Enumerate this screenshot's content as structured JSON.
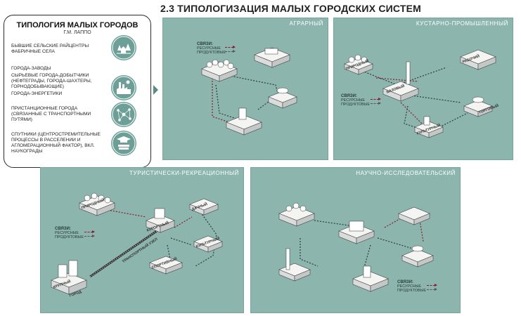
{
  "page": {
    "title": "2.3  ТИПОЛОГИЗАЦИЯ МАЛЫХ ГОРОДСКИХ СИСТЕМ"
  },
  "typology_card": {
    "title": "ТИПОЛОГИЯ МАЛЫХ ГОРОДОВ",
    "author": "Г.М. ЛАППО",
    "groups": [
      {
        "lines": [
          "БЫВШИЕ СЕЛЬСКИЕ РАЙЦЕНТРЫ",
          "ФАБРИЧНЫЕ СЕЛА"
        ],
        "icon": "village-trees-icon"
      },
      {
        "lines": [
          "ГОРОДА-ЗАВОДЫ",
          "СЫРЬЕВЫЕ ГОРОДА-ДОБЫТЧИКИ",
          "(НЕФТЕГРАДЫ, ГОРОДА-ШАХТЕРЫ,",
          "ГОРНОДОБЫВАЮЩИЕ)",
          "ГОРОДА-ЭНЕРГЕТИКИ"
        ],
        "icon": "factory-industry-icon"
      },
      {
        "lines": [
          "ПРИСТАНЦИОННЫЕ ГОРОДА",
          "(СВЯЗАННЫЕ С ТРАНСПОРТНЫМИ",
          "ПУТЯМИ)"
        ],
        "icon": "network-nodes-icon"
      },
      {
        "lines": [
          "СПУТНИКИ (ЦЕНТРОСТРЕМИТЕЛЬНЫЕ",
          "ПРОЦЕССЫ В РАССЕЛЕНИИ И",
          "АГЛОМЕРАЦИОННЫЙ ФАКТОР), ВКЛ.",
          "НАУКОГРАДЫ"
        ],
        "icon": "graduation-books-icon"
      }
    ]
  },
  "legend": {
    "label": "СВЯЗИ:",
    "resources": "РЕСУРСНЫЕ",
    "products": "ПРОДУКТОВЫЕ"
  },
  "panels": {
    "agrarian": {
      "title": "АГРАРНЫЙ"
    },
    "craft": {
      "title": "КУСТАРНО-ПРОМЫШЛЕННЫЙ",
      "tags": {
        "natural": "ПРИРОДНЫЙ",
        "basic": "БАЗОВЫЙ",
        "work": "РАБОЧИЙ",
        "trade": "ТОРГОВЫЙ",
        "culture": "КУЛЬТУРНЫЙ"
      }
    },
    "tourist": {
      "title": "ТУРИСТИЧЕСКИ-РЕКРЕАЦИОННЫЙ",
      "tags": {
        "natural": "ПРИРОДНЫЙ",
        "resort": "КУРОРТНЫЙ",
        "dacha": "ДАЧНЫЙ",
        "culture": "КУЛЬТУРНЫЙ",
        "sport": "СПОРТИВНЫЙ",
        "large": "КРУПНЫЙ",
        "city": "ГОРОД",
        "transport": "ТРАНСПОРТНЫЙ УЗЕЛ"
      }
    },
    "science": {
      "title": "НАУЧНО-ИССЛЕДОВАТЕЛЬСКИЙ"
    }
  },
  "colors": {
    "panel_bg": "#8cb5ae",
    "resource_link": "#8a1a2a",
    "product_link": "#555555",
    "icon_circle": "#6c9f98"
  }
}
